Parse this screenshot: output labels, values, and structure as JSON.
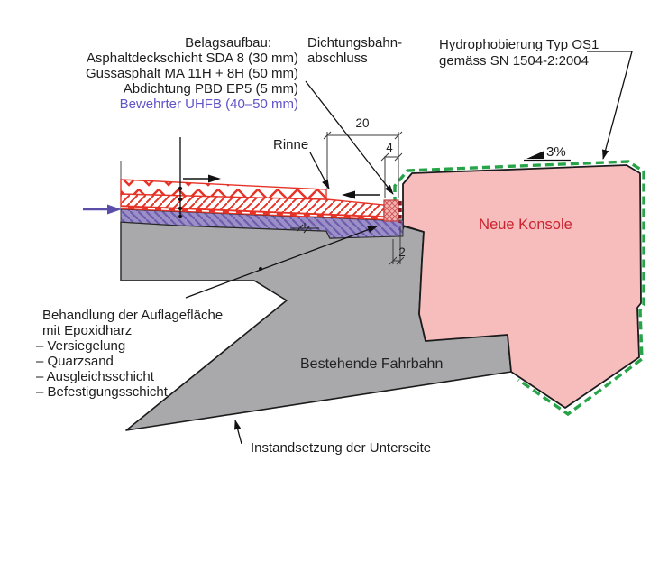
{
  "drawing_title": "Bridge deck edge repair detail (Swiss standard)",
  "labels": {
    "belagsaufbau_title": "Belagsaufbau:",
    "layer1": "Asphaltdeckschicht SDA 8 (30 mm)",
    "layer2": "Gussasphalt MA 11H + 8H (50 mm)",
    "layer3": "Abdichtung PBD EP5 (5 mm)",
    "layer4": "Bewehrter UHFB (40–50 mm)",
    "dichtungsbahn_line1": "Dichtungsbahn-",
    "dichtungsbahn_line2": "abschluss",
    "hydro_line1": "Hydrophobierung Typ OS1",
    "hydro_line2": "gemäss SN 1504-2:2004",
    "rinne": "Rinne",
    "neue_konsole": "Neue Konsole",
    "bestehende_fahrbahn": "Bestehende Fahrbahn",
    "behandlung_line1": "Behandlung der Auflagefläche",
    "behandlung_line2": "mit Epoxidharz",
    "bullet1": "– Versiegelung",
    "bullet2": "– Quarzsand",
    "bullet3": "– Ausgleichsschicht",
    "bullet4": "– Befestigungsschicht",
    "instandsetzung": "Instandsetzung der Unterseite",
    "slope": "3%"
  },
  "dimensions": {
    "dim20": "20",
    "dim4": "4",
    "dim2": "2"
  },
  "colors": {
    "hatch_red": "#E63327",
    "uhfb_purple_fill": "#9A8FC7",
    "uhfb_hatch": "#6F5CAD",
    "uhfb_text_purple": "#5F54C9",
    "console_pink": "#F7BCBC",
    "console_text_red": "#CB2430",
    "hydro_green": "#27A348",
    "concrete_gray": "#A9A9AB",
    "membrane_red": "#E63327",
    "abschluss_dark_red": "#8E1C24",
    "line_black": "#1b1b1b"
  }
}
